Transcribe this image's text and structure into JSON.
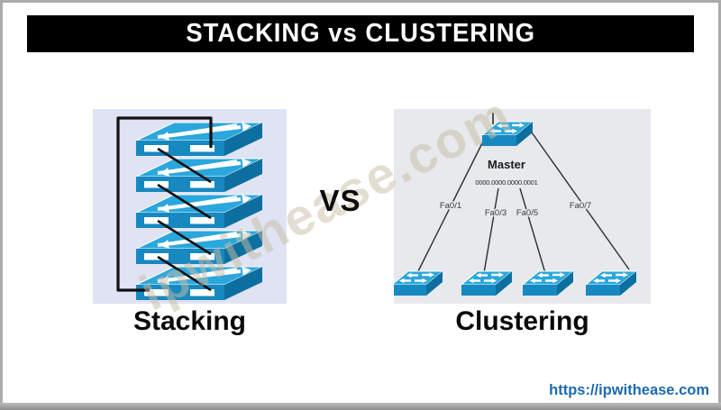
{
  "header": {
    "title": "STACKING vs CLUSTERING"
  },
  "comparison": {
    "vs_label": "VS"
  },
  "stacking": {
    "caption": "Stacking",
    "switch_count": 5
  },
  "clustering": {
    "caption": "Clustering",
    "master_label": "Master",
    "master_mac": "0000.0000.0000.0001",
    "port_labels": [
      "Fa0/1",
      "Fa0/3",
      "Fa0/5",
      "Fa0/7"
    ],
    "member_count": 4
  },
  "watermark": {
    "text": "ipwithease.com"
  },
  "footer": {
    "url": "https://ipwithease.com"
  },
  "colors": {
    "header_bg": "#000000",
    "header_text": "#ffffff",
    "stack_panel_bg": "#dfe3f4",
    "cluster_panel_bg": "#e7e9ec",
    "switch_top": "#2aa7dc",
    "switch_front": "#1788c0",
    "switch_side": "#0d6f9f",
    "cable": "#111111",
    "cluster_line": "#2e2e2e",
    "url_color": "#1b6ab1",
    "watermark_color": "#c9bda6"
  }
}
